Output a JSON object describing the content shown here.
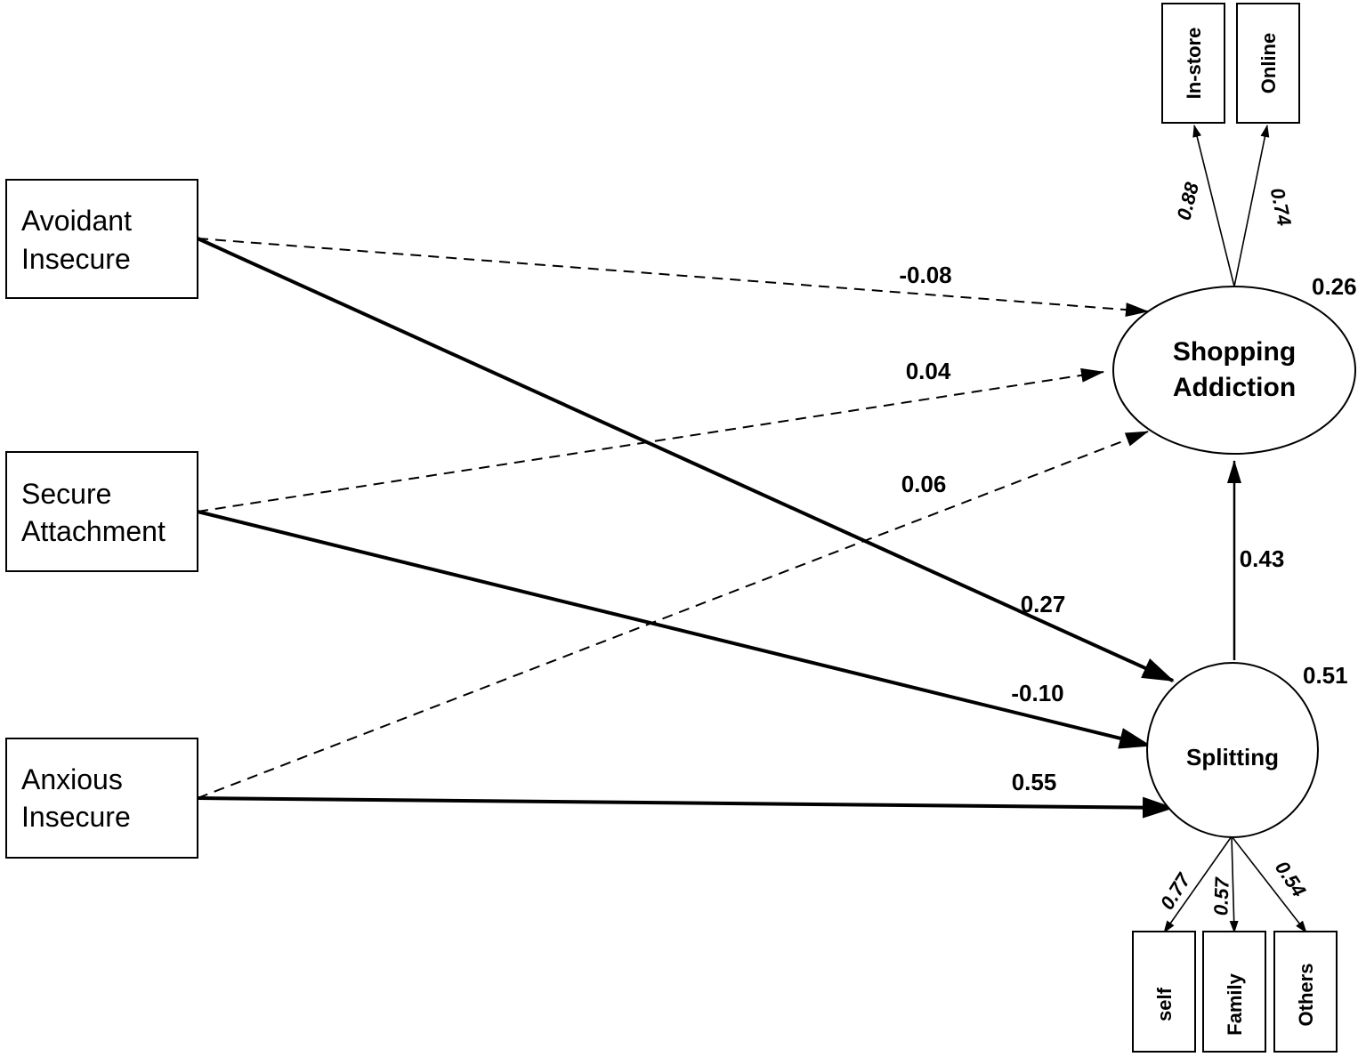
{
  "nodes": {
    "avoidant": {
      "line1": "Avoidant",
      "line2": "Insecure"
    },
    "secure": {
      "line1": "Secure",
      "line2": "Attachment"
    },
    "anxious": {
      "line1": "Anxious",
      "line2": "Insecure"
    },
    "shopping": {
      "line1": "Shopping",
      "line2": "Addiction",
      "r2": "0.26"
    },
    "splitting": {
      "label": "Splitting",
      "r2": "0.51"
    }
  },
  "indicators": {
    "instore": "In-store",
    "online": "Online",
    "self": "self",
    "family": "Family",
    "others": "Others"
  },
  "paths": {
    "avoidant_shopping": "-0.08",
    "secure_shopping": "0.04",
    "anxious_shopping": "0.06",
    "avoidant_splitting": "0.27",
    "secure_splitting": "-0.10",
    "anxious_splitting": "0.55",
    "splitting_shopping": "0.43"
  },
  "loadings": {
    "instore": "0.88",
    "online": "0.74",
    "self": "0.77",
    "family": "0.57",
    "others": "0.54"
  }
}
